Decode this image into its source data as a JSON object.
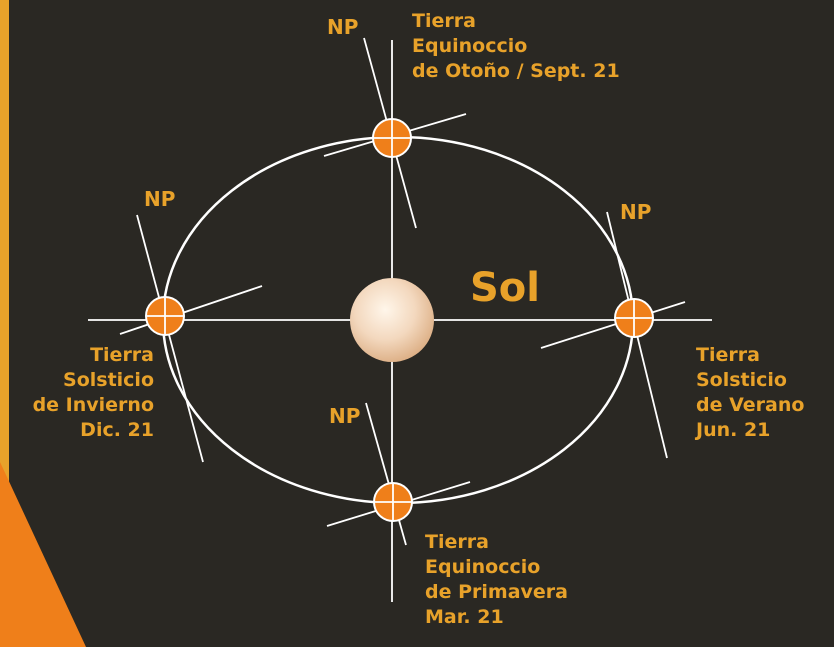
{
  "colors": {
    "background": "#2a2823",
    "left_edge": "#e8a22a",
    "corner_triangle": "#ef7f1a",
    "earth_fill": "#ef7f1a",
    "lines": "#ffffff",
    "label_text": "#e8a22a"
  },
  "sun": {
    "label": "Sol"
  },
  "axis_label": "NP",
  "positions": {
    "top": {
      "lines": [
        "Tierra",
        "Equinoccio",
        "de Otoño / Sept. 21"
      ]
    },
    "left": {
      "lines": [
        "Tierra",
        "Solsticio",
        "de Invierno",
        "Dic. 21"
      ]
    },
    "right": {
      "lines": [
        "Tierra",
        "Solsticio",
        "de Verano",
        "Jun. 21"
      ]
    },
    "bottom": {
      "lines": [
        "Tierra",
        "Equinoccio",
        "de Primavera",
        "Mar. 21"
      ]
    }
  }
}
